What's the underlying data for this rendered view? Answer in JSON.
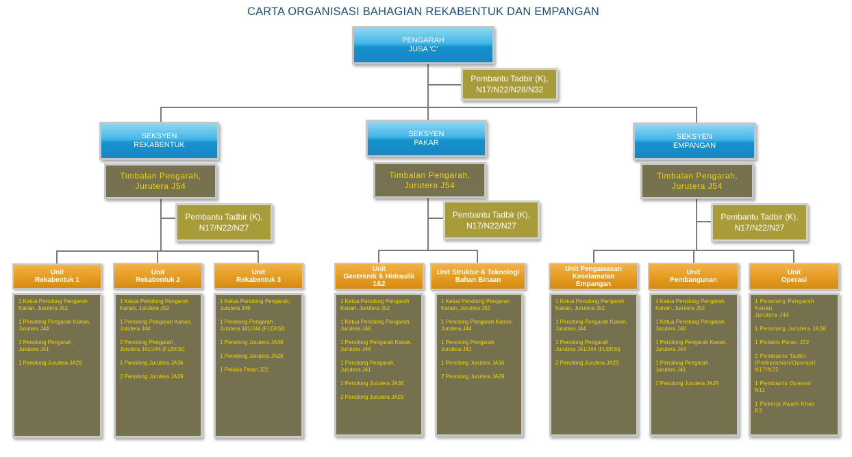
{
  "title": "CARTA ORGANISASI BAHAGIAN REKABENTUK DAN EMPANGAN",
  "top": {
    "head": "PENGARAH\nJUSA 'C'",
    "assistant": "Pembantu Tadbir (K),\nN17/N22/N28/N32"
  },
  "sections": [
    {
      "name": "SEKSYEN\nREKABENTUK",
      "deputy": "Timbalan Pengarah,\nJurutera J54",
      "assistant": "Pembantu Tadbir (K),\nN17/N22/N27",
      "units": [
        {
          "name": "Unit\nRekabentuk 1",
          "items": [
            "1 Ketua Penolong Pengarah\n   Kanan, Jurutera J52",
            "1 Penolong Pengarah Kanan,\n   Jurutera J44",
            "1 Penolong Pengarah,\n   Jurutera J41",
            "1 Penolong Jurutera JA29"
          ]
        },
        {
          "name": "Unit\nRekabentuk 2",
          "items": [
            "1 Ketua Penolong Pengarah\n   Kanan, Jurutera J52",
            "1 Penolong Pengarah Kanan,\n   Jurutera J44",
            "2 Penolong Pengarah ,\n   Jurutera J41/J44 (FLEKSI)",
            "1 Penolong Jurutera JA36",
            "2 Penolong Jurutera JA29"
          ]
        },
        {
          "name": "Unit\nRekabentuk 3",
          "items": [
            "1 Ketua Penolong Pengarah,\n   Jurutera J48",
            "1 Penolong Pengarah ,\n   Jurutera J41/J44 (FLEKSI)",
            "1 Penolong Jurutera JA38",
            "1 Penolong Jurutera JA29",
            "1 Pelukis Pelan J22"
          ]
        }
      ]
    },
    {
      "name": "SEKSYEN\nPAKAR",
      "deputy": "Timbalan Pengarah,\nJurutera J54",
      "assistant": "Pembantu Tadbir (K),\nN17/N22/N27",
      "units": [
        {
          "name": "Unit\nGeoteknik & Hidraulik\n1&2",
          "items": [
            "1 Ketua Penolong Pengarah\n   Kanan, Jurutera J52",
            "1 Ketua Penolong Pengarah,\n   Jurutera J48",
            "1 Penolong Pengarah Kanan,\n   Jurutera J44",
            "1 Penolong Pengarah,\n   Jurutera J41",
            "1 Penolong Jurutera JA36",
            "2 Penolong Jurutera JA29"
          ]
        },
        {
          "name": "Unit Struktur & Teknologi\nBahan Binaan",
          "items": [
            "1 Ketua Penolong Pengarah\n   Kanan, Jurutera J52",
            "1 Penolong Pengarah Kanan,\n   Jurutera J44",
            "1 Penolong Pengarah,\n   Jurutera J41",
            "1 Penolong Jurutera JA36",
            "2 Penolong Jurutera JA29"
          ]
        }
      ]
    },
    {
      "name": "SEKSYEN\nEMPANGAN",
      "deputy": "Timbalan Pengarah,\nJurutera J54",
      "assistant": "Pembantu Tadbir (K),\nN17/N22/N27",
      "units": [
        {
          "name": "Unit Pengawasan\nKeselamatan\nEmpangan",
          "items": [
            "1 Ketua Penolong Pengarah\n   Kanan, Jurutera J52",
            "1 Penolong Pengarah Kanan,\n   Jurutera J44",
            "1 Penolong Pengarah ,\n   Jurutera J41/J44 (FLEKSI)",
            "2 Penolong Jurutera JA29"
          ]
        },
        {
          "name": "Unit\nPembangunan",
          "items": [
            "1 Ketua Penolong Pengarah\n   Kanan, Jurutera J52",
            "1 Ketua Penolong Pengarah,\n   Jurutera J48",
            "1 Penolong Pengarah Kanan,\n   Jurutera J44",
            "1 Penolong Pengarah,\n   Jurutera J41",
            "2 Penolong Jurutera JA29"
          ]
        },
        {
          "name": "Unit\nOperasi",
          "items": [
            "1 Penolong Pengarah Kanan,\n   Jurutera J44",
            "1 Penolong Jurutera JA38",
            "1 Pelukis Pelan J22",
            "2 Pembantu Tadbir\n   (Perkeranian/Operasi)\n   N17/N22",
            "1 Pembantu Operasi\n   N11",
            "1 Pekerja Awam Khas\n   R3"
          ]
        }
      ]
    }
  ]
}
